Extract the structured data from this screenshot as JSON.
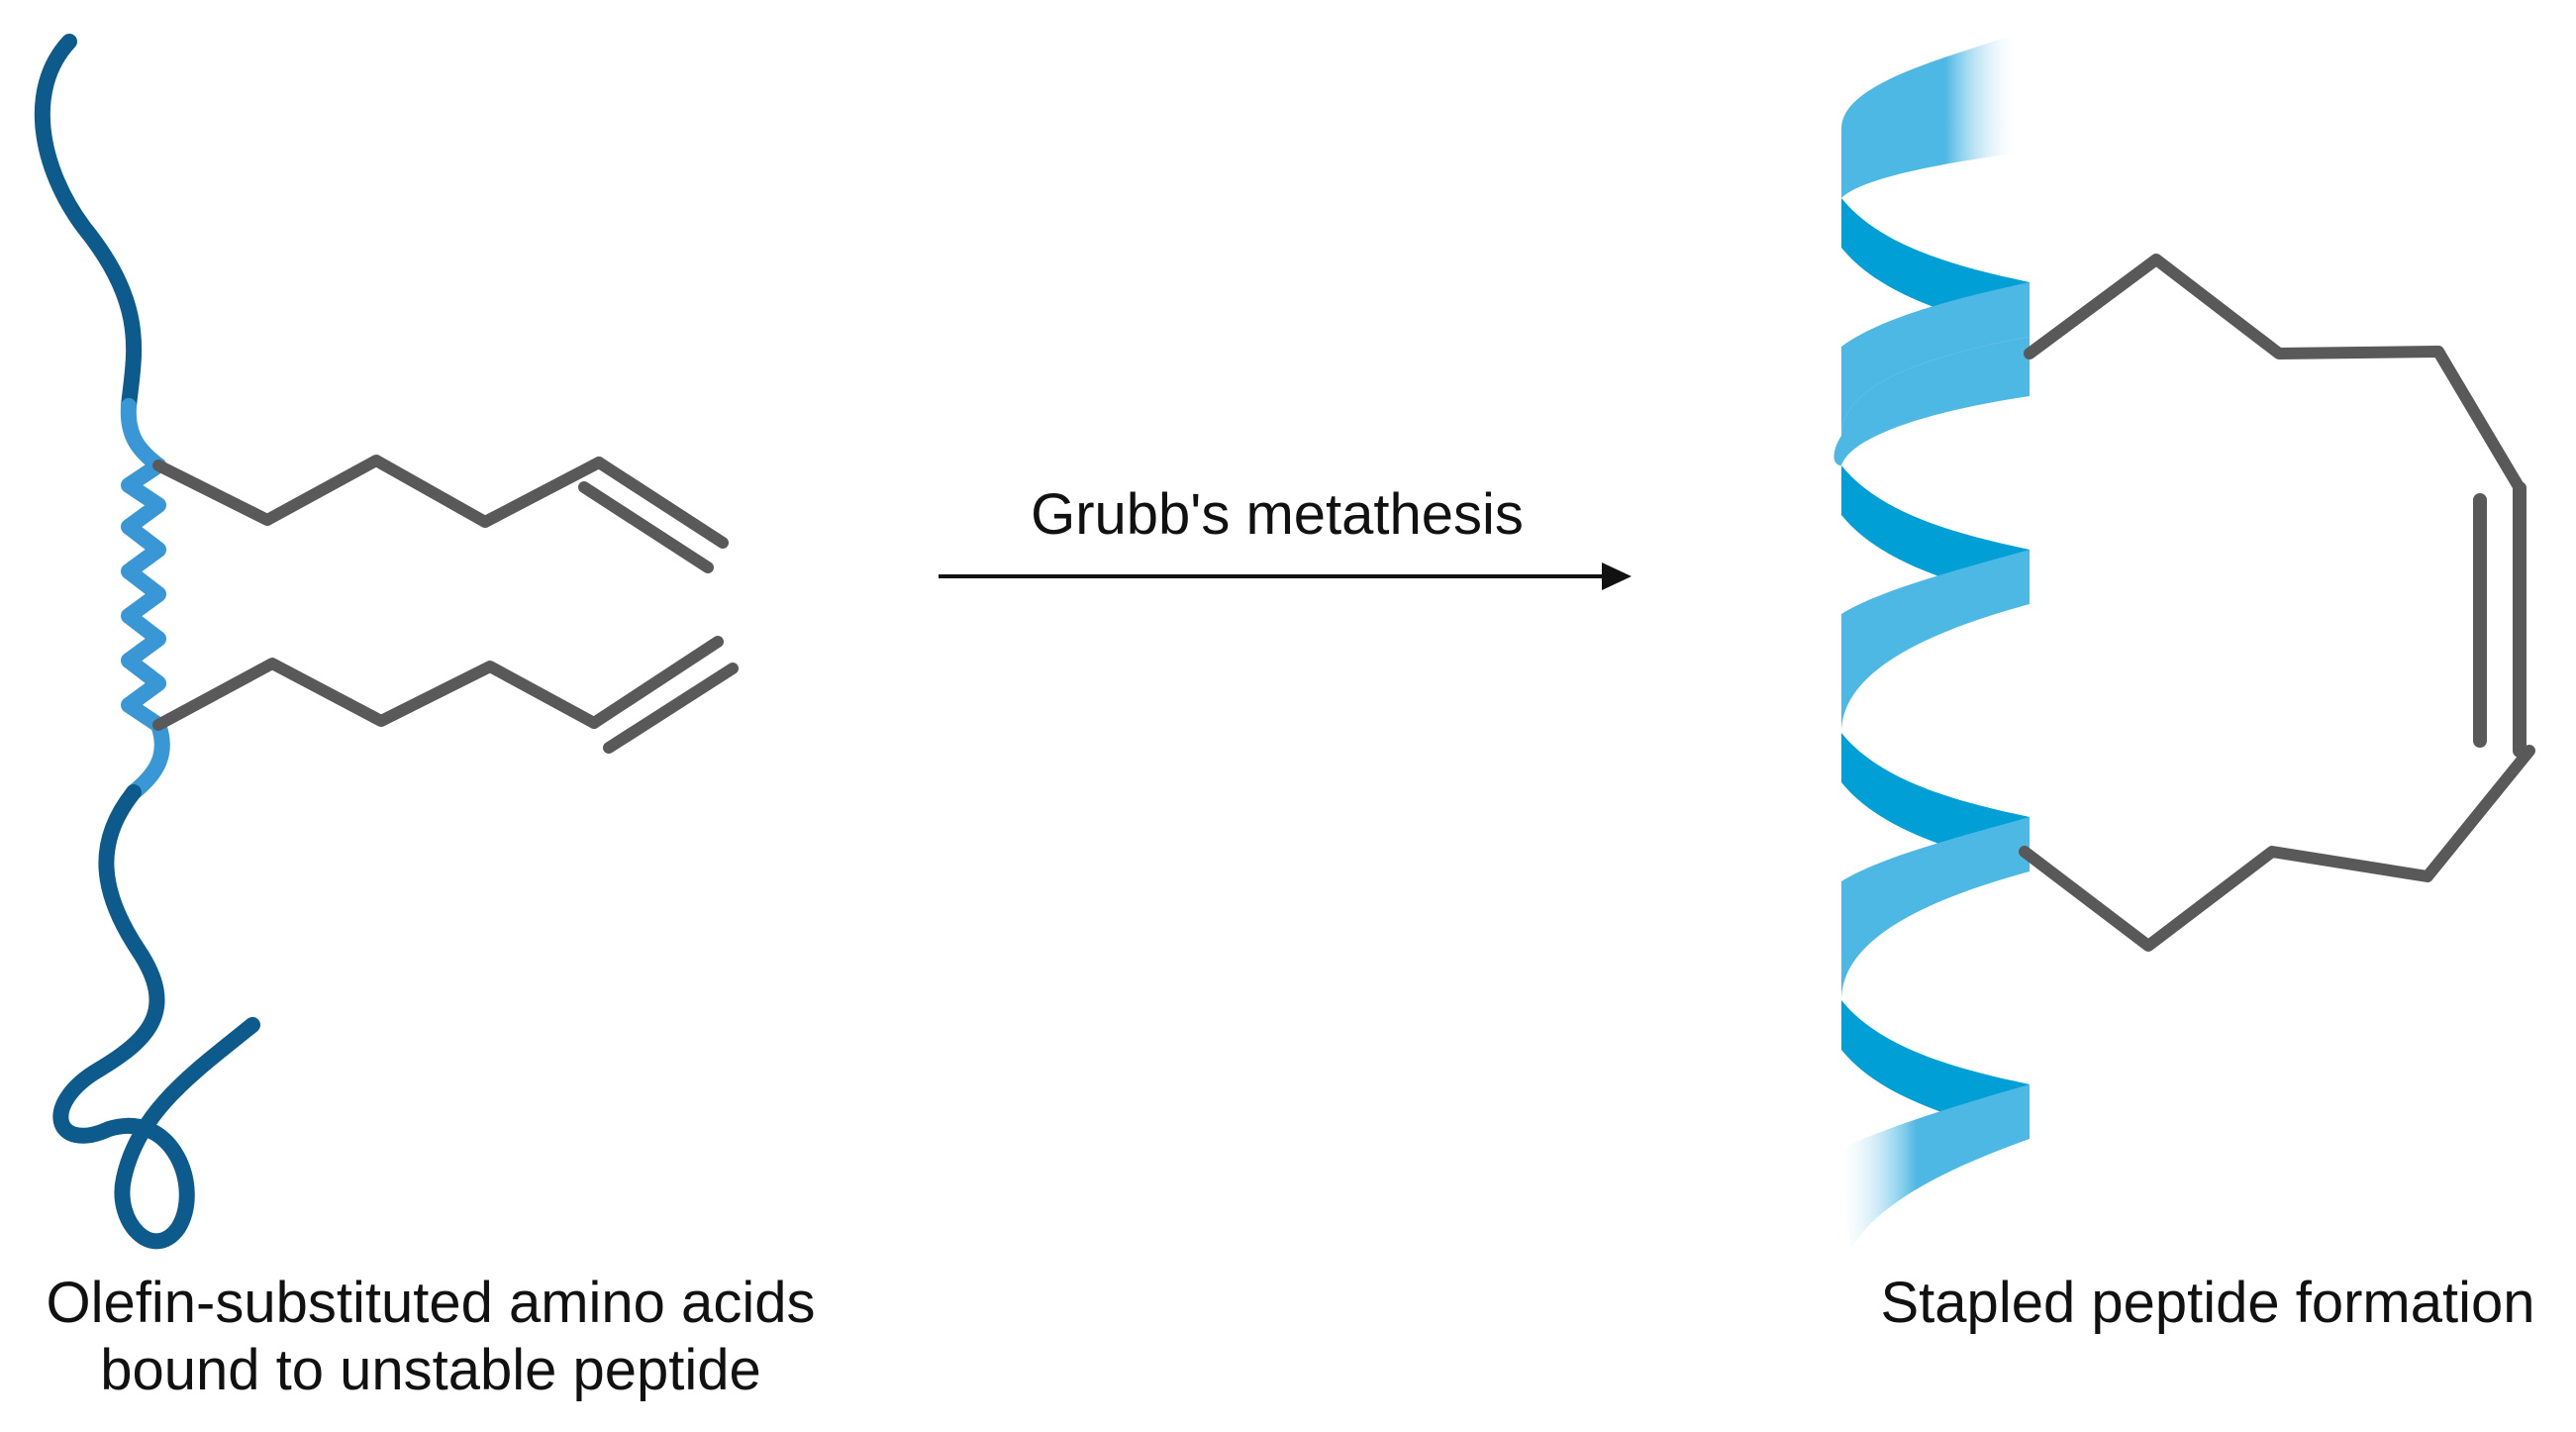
{
  "reaction": {
    "arrow_label": "Grubb's metathesis"
  },
  "left_panel": {
    "caption_line1": "Olefin-substituted amino acids",
    "caption_line2": "bound to unstable peptide"
  },
  "right_panel": {
    "caption": "Stapled peptide formation"
  },
  "colors": {
    "peptide_dark": "#0d5b8c",
    "peptide_light": "#3a97d6",
    "helix_light": "#4db8e3",
    "helix_dark": "#009fd6",
    "chain": "#595959",
    "arrow": "#111111"
  }
}
